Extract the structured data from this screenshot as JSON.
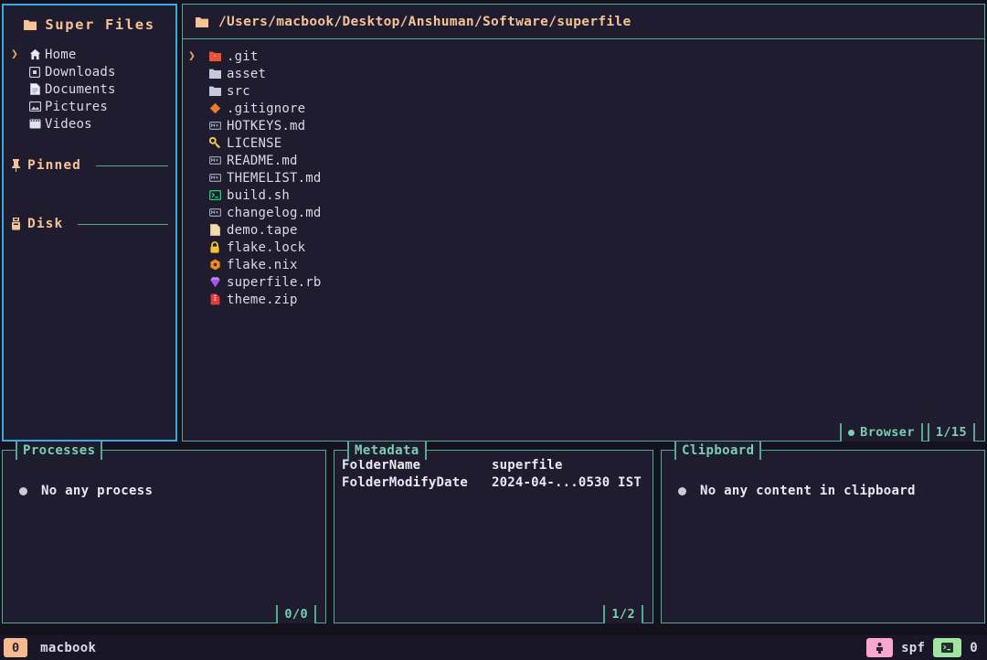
{
  "app": {
    "title": "Super Files",
    "title_icon": "folder-icon"
  },
  "sidebar": {
    "items": [
      {
        "label": "Home",
        "icon": "home-icon",
        "selected": true
      },
      {
        "label": "Downloads",
        "icon": "download-icon",
        "selected": false
      },
      {
        "label": "Documents",
        "icon": "document-icon",
        "selected": false
      },
      {
        "label": "Pictures",
        "icon": "image-icon",
        "selected": false
      },
      {
        "label": "Videos",
        "icon": "video-icon",
        "selected": false
      }
    ],
    "sections": [
      {
        "label": "Pinned",
        "icon": "pin-icon"
      },
      {
        "label": "Disk",
        "icon": "disk-icon"
      }
    ]
  },
  "browser": {
    "path": "/Users/macbook/Desktop/Anshuman/Software/superfile",
    "path_icon": "folder-icon",
    "footer_label": "Browser",
    "footer_count": "1/15",
    "files": [
      {
        "name": ".git",
        "icon": "git-folder-icon",
        "selected": true
      },
      {
        "name": "asset",
        "icon": "folder-icon",
        "selected": false
      },
      {
        "name": "src",
        "icon": "folder-icon",
        "selected": false
      },
      {
        "name": ".gitignore",
        "icon": "gitignore-icon",
        "selected": false
      },
      {
        "name": "HOTKEYS.md",
        "icon": "markdown-icon",
        "selected": false
      },
      {
        "name": "LICENSE",
        "icon": "key-icon",
        "selected": false
      },
      {
        "name": "README.md",
        "icon": "markdown-icon",
        "selected": false
      },
      {
        "name": "THEMELIST.md",
        "icon": "markdown-icon",
        "selected": false
      },
      {
        "name": "build.sh",
        "icon": "shell-icon",
        "selected": false
      },
      {
        "name": "changelog.md",
        "icon": "markdown-icon",
        "selected": false
      },
      {
        "name": "demo.tape",
        "icon": "file-icon",
        "selected": false
      },
      {
        "name": "flake.lock",
        "icon": "lock-icon",
        "selected": false
      },
      {
        "name": "flake.nix",
        "icon": "nix-icon",
        "selected": false
      },
      {
        "name": "superfile.rb",
        "icon": "ruby-icon",
        "selected": false
      },
      {
        "name": "theme.zip",
        "icon": "zip-icon",
        "selected": false
      }
    ]
  },
  "processes": {
    "title": "Processes",
    "empty_text": "No any process",
    "footer_count": "0/0"
  },
  "metadata": {
    "title": "Metadata",
    "rows": [
      {
        "key": "FolderName",
        "value": "superfile"
      },
      {
        "key": "FolderModifyDate",
        "value": "2024-04-...0530 IST"
      }
    ],
    "footer_count": "1/2"
  },
  "clipboard": {
    "title": "Clipboard",
    "empty_text": "No any content in clipboard"
  },
  "statusbar": {
    "left_badge": "0",
    "left_text": "macbook",
    "right_text": "spf",
    "right_badge": "0",
    "user_icon": "user-icon",
    "terminal_icon": "terminal-icon"
  },
  "colors": {
    "background": "#1e1c2e",
    "active_border": "#3ba9e0",
    "border": "#55a98d",
    "accent_teal": "#79d0b0",
    "accent_orange": "#f5c396",
    "text": "#d9dbe6",
    "badge_orange": "#f5bb8f",
    "badge_pink": "#f7a8cc",
    "badge_green": "#9fe6a0"
  }
}
